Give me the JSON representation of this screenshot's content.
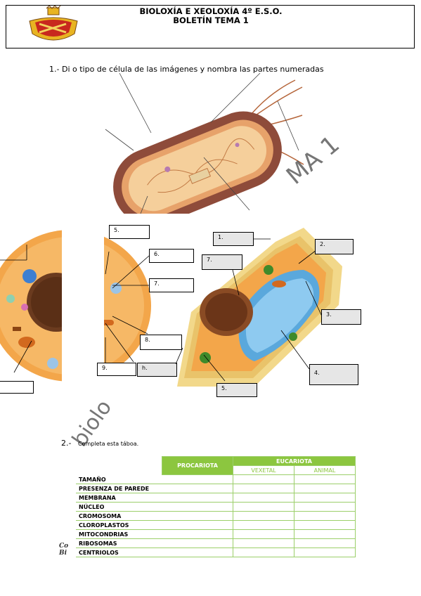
{
  "header": {
    "line1": "BIOLOXÍA E XEOLOXÍA 4º E.S.O.",
    "line2": "BOLETÍN TEMA 1"
  },
  "q1": {
    "number": "1.-",
    "text": "Di o tipo de célula de las imágenes y nombra las partes numeradas"
  },
  "animal_labels": [
    "5.",
    "6.",
    "7.",
    "8.",
    "9.",
    "h."
  ],
  "plant_labels": [
    "1.",
    "2.",
    "3.",
    "4.",
    "5.",
    "7."
  ],
  "watermark": {
    "right": "MA 1",
    "bottom": "biolo"
  },
  "q2": {
    "number": "2.-",
    "text": "Completa esta táboa."
  },
  "table": {
    "procariota": "PROCARIOTA",
    "eucariota": "EUCARIOTA",
    "vexetal": "VEXETAL",
    "animal": "ANIMAL",
    "rows": [
      "TAMAÑO",
      "PRESENZA DE PAREDE",
      "MEMBRANA",
      "NÚCLEO",
      "CROMOSOMA",
      "CLOROPLASTOS",
      "MITOCONDRIAS",
      "RIBOSOMAS",
      "CENTRIOLOS"
    ]
  },
  "footer": {
    "line1": "Co",
    "line2": "Bi"
  },
  "colors": {
    "table_green": "#8cc63f",
    "cytoplasm": "#f3a64a",
    "vacuole": "#5aa8dc"
  }
}
